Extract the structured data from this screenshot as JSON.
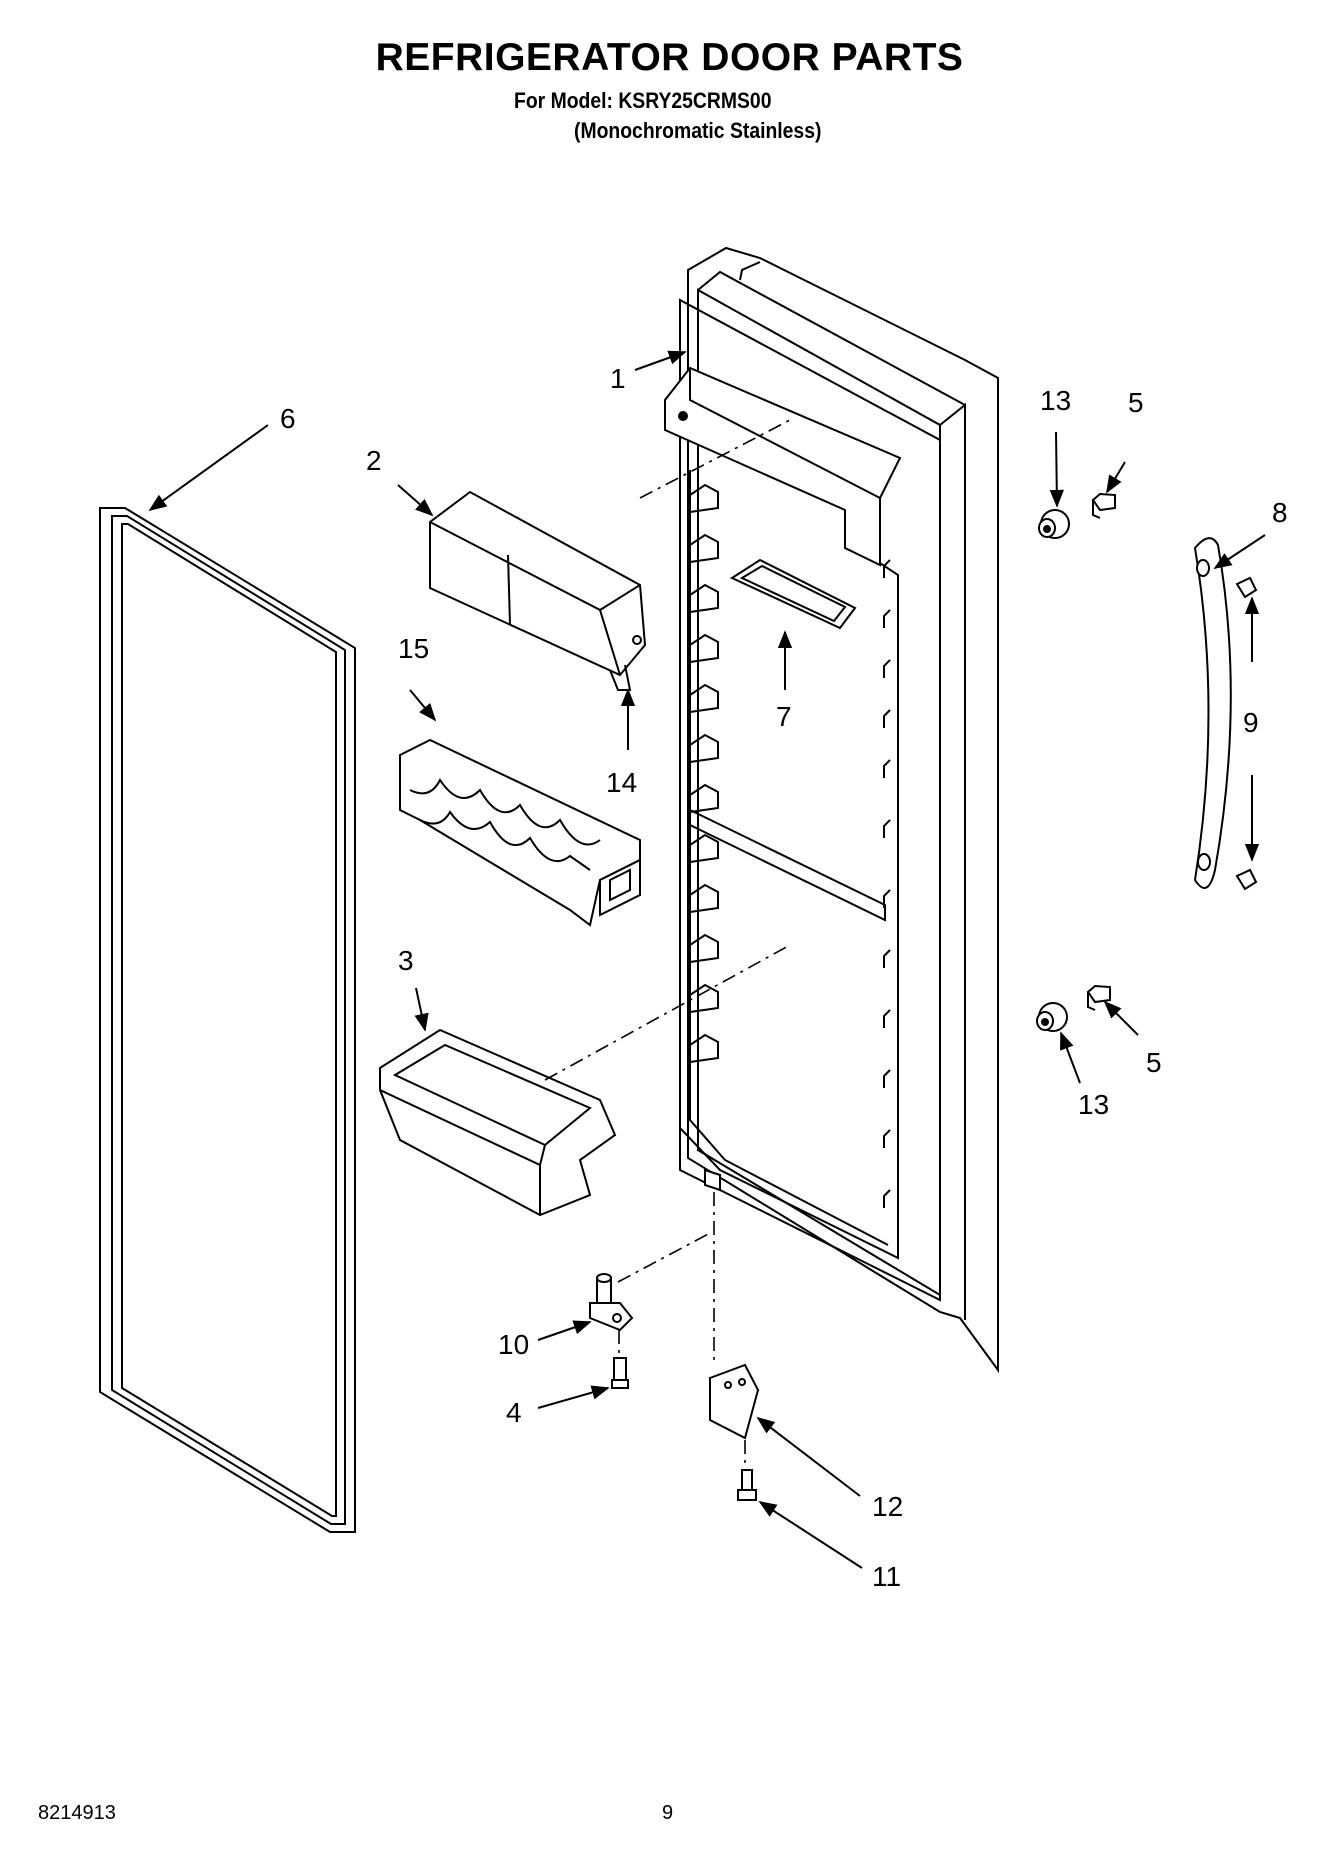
{
  "header": {
    "title": "REFRIGERATOR DOOR PARTS",
    "model_line": "For Model: KSRY25CRMS00",
    "finish_line": "(Monochromatic Stainless)"
  },
  "callouts": {
    "c1": "1",
    "c2": "2",
    "c3": "3",
    "c4": "4",
    "c5a": "5",
    "c5b": "5",
    "c6": "6",
    "c7": "7",
    "c8": "8",
    "c9": "9",
    "c10": "10",
    "c11": "11",
    "c12": "12",
    "c13a": "13",
    "c13b": "13",
    "c14": "14",
    "c15": "15"
  },
  "footer": {
    "doc_number": "8214913",
    "page_number": "9"
  }
}
